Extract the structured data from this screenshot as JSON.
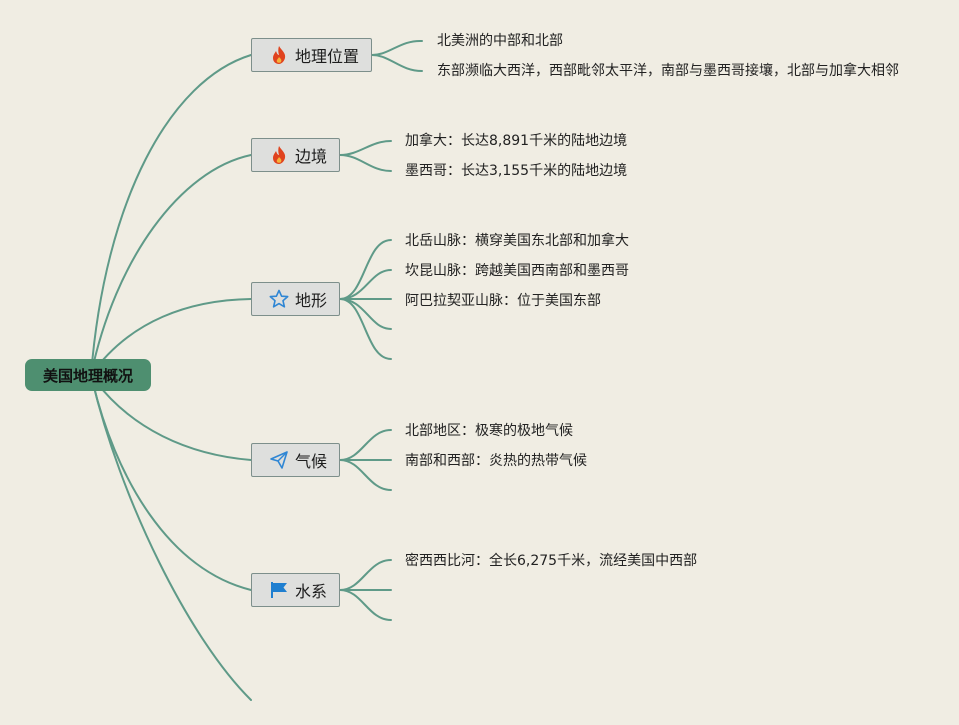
{
  "root": {
    "label": "美国地理概况"
  },
  "branches": [
    {
      "label": "地理位置",
      "icon": "fire-icon",
      "leaves": [
        "北美洲的中部和北部",
        "东部濒临大西洋，西部毗邻太平洋，南部与墨西哥接壤，北部与加拿大相邻"
      ]
    },
    {
      "label": "边境",
      "icon": "fire-icon",
      "leaves": [
        "加拿大：长达8,891千米的陆地边境",
        "墨西哥：长达3,155千米的陆地边境"
      ]
    },
    {
      "label": "地形",
      "icon": "star-icon",
      "leaves": [
        "北岳山脉：横穿美国东北部和加拿大",
        "坎昆山脉：跨越美国西南部和墨西哥",
        "阿巴拉契亚山脉：位于美国东部",
        "",
        ""
      ]
    },
    {
      "label": "气候",
      "icon": "paper-plane-icon",
      "leaves": [
        "北部地区：极寒的极地气候",
        "南部和西部：炎热的热带气候",
        ""
      ]
    },
    {
      "label": "水系",
      "icon": "flag-icon",
      "leaves": [
        "密西西比河：全长6,275千米，流经美国中西部",
        "",
        ""
      ]
    }
  ],
  "colors": {
    "connector": "#5f9a88",
    "root_fill": "#4e8f70",
    "background": "#f0ede3",
    "node_fill": "#dedfdd"
  }
}
